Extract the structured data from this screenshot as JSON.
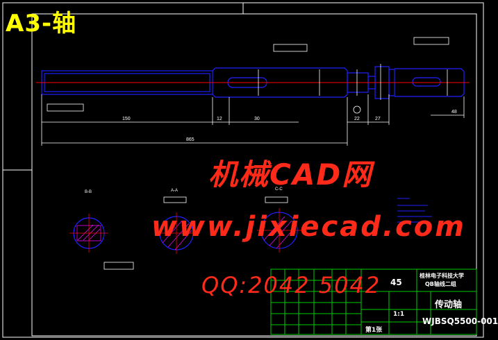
{
  "drawing": {
    "title": "A3-轴",
    "watermark_site_cn": "机械CAD网",
    "watermark_url": "www.jixiecad.com",
    "watermark_qq": "QQ:2042 5042"
  },
  "dimensions": {
    "d150": "150",
    "d12": "12",
    "d30": "30",
    "d865": "865",
    "d22": "22",
    "d27": "27",
    "d48": "48"
  },
  "sections": {
    "bb": "B-B",
    "aa": "A-A",
    "cc": "C-C"
  },
  "title_block": {
    "part_name": "传动轴",
    "drawing_no": "WJBSQ5500-001",
    "scale": "1:1",
    "material": "45",
    "school": "桂林电子科技大学",
    "project": "QB轴线二组",
    "page": "第1张"
  },
  "colors": {
    "background": "#000000",
    "outline": "#0000ff",
    "center": "#ff0000",
    "dim": "#ffffff",
    "grid": "#00ff00",
    "hatch": "#ff00ff",
    "accent": "#ffff00"
  }
}
